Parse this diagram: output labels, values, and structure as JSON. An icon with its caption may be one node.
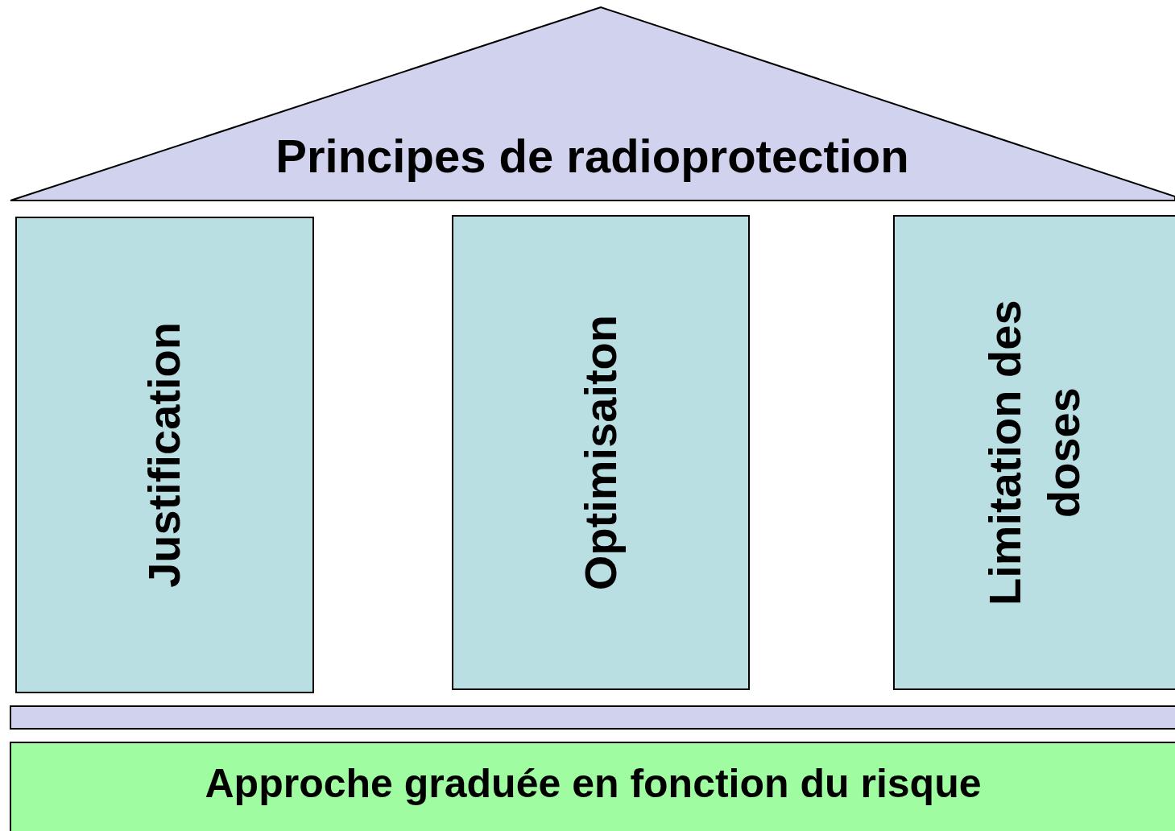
{
  "diagram": {
    "nodes": [
      {
        "text": [
          "Principes de radioprotection"
        ]
      },
      {
        "text": [
          "Justification"
        ]
      },
      {
        "text": [
          "Optimisaiton"
        ]
      },
      {
        "text": [
          "Limitation des doses"
        ]
      },
      {
        "text": [],
        "shape": "bar"
      },
      {
        "text": [
          "Approche graduée en fonction du risque"
        ]
      }
    ]
  }
}
